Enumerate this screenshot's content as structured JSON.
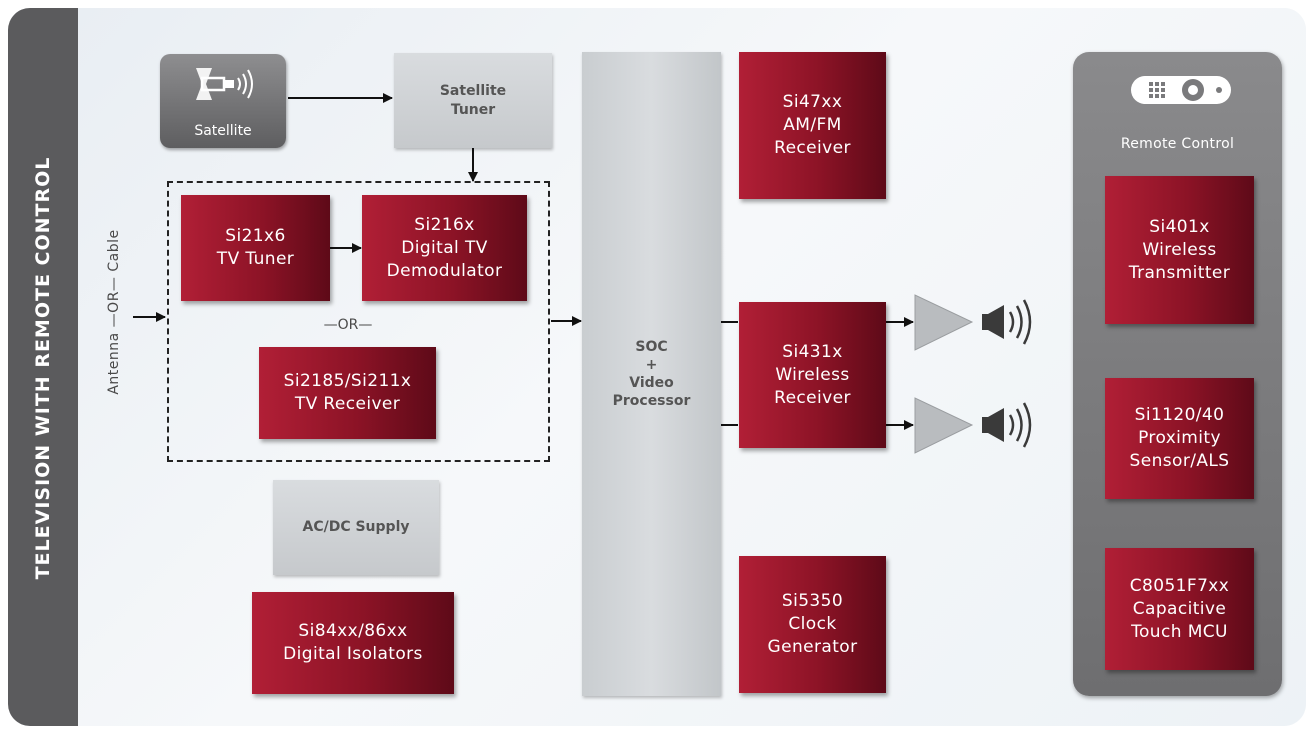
{
  "side_title": "TELEVISION WITH REMOTE CONTROL",
  "input_label": "Antenna —OR— Cable",
  "or_label": "—OR—",
  "satellite": {
    "label": "Satellite",
    "icon": "satellite-dish-icon"
  },
  "satellite_tuner": [
    "Satellite",
    "Tuner"
  ],
  "tv_tuner": [
    "Si21x6",
    "TV Tuner"
  ],
  "demodulator": [
    "Si216x",
    "Digital TV",
    "Demodulator"
  ],
  "tv_receiver": [
    "Si2185/Si211x",
    "TV Receiver"
  ],
  "ac_dc_supply": "AC/DC Supply",
  "isolators": [
    "Si84xx/86xx",
    "Digital Isolators"
  ],
  "soc": [
    "SOC",
    "+",
    "Video",
    "Processor"
  ],
  "am_fm_receiver": [
    "Si47xx",
    "AM/FM",
    "Receiver"
  ],
  "wireless_receiver": [
    "Si431x",
    "Wireless",
    "Receiver"
  ],
  "clock_generator": [
    "Si5350",
    "Clock",
    "Generator"
  ],
  "remote_control": {
    "label": "Remote Control",
    "icon": "remote-control-icon",
    "transmitter": [
      "Si401x",
      "Wireless",
      "Transmitter"
    ],
    "proximity_sensor": [
      "Si1120/40",
      "Proximity",
      "Sensor/ALS"
    ],
    "touch_mcu": [
      "C8051F7xx",
      "Capacitive",
      "Touch MCU"
    ]
  },
  "icons": [
    "satellite-dish-icon",
    "remote-control-icon",
    "amplifier-icon",
    "speaker-icon"
  ],
  "colors": {
    "chip_red": "#8c1326",
    "frame_gray": "#5b5b5d",
    "block_gray": "#c9cdd0"
  }
}
